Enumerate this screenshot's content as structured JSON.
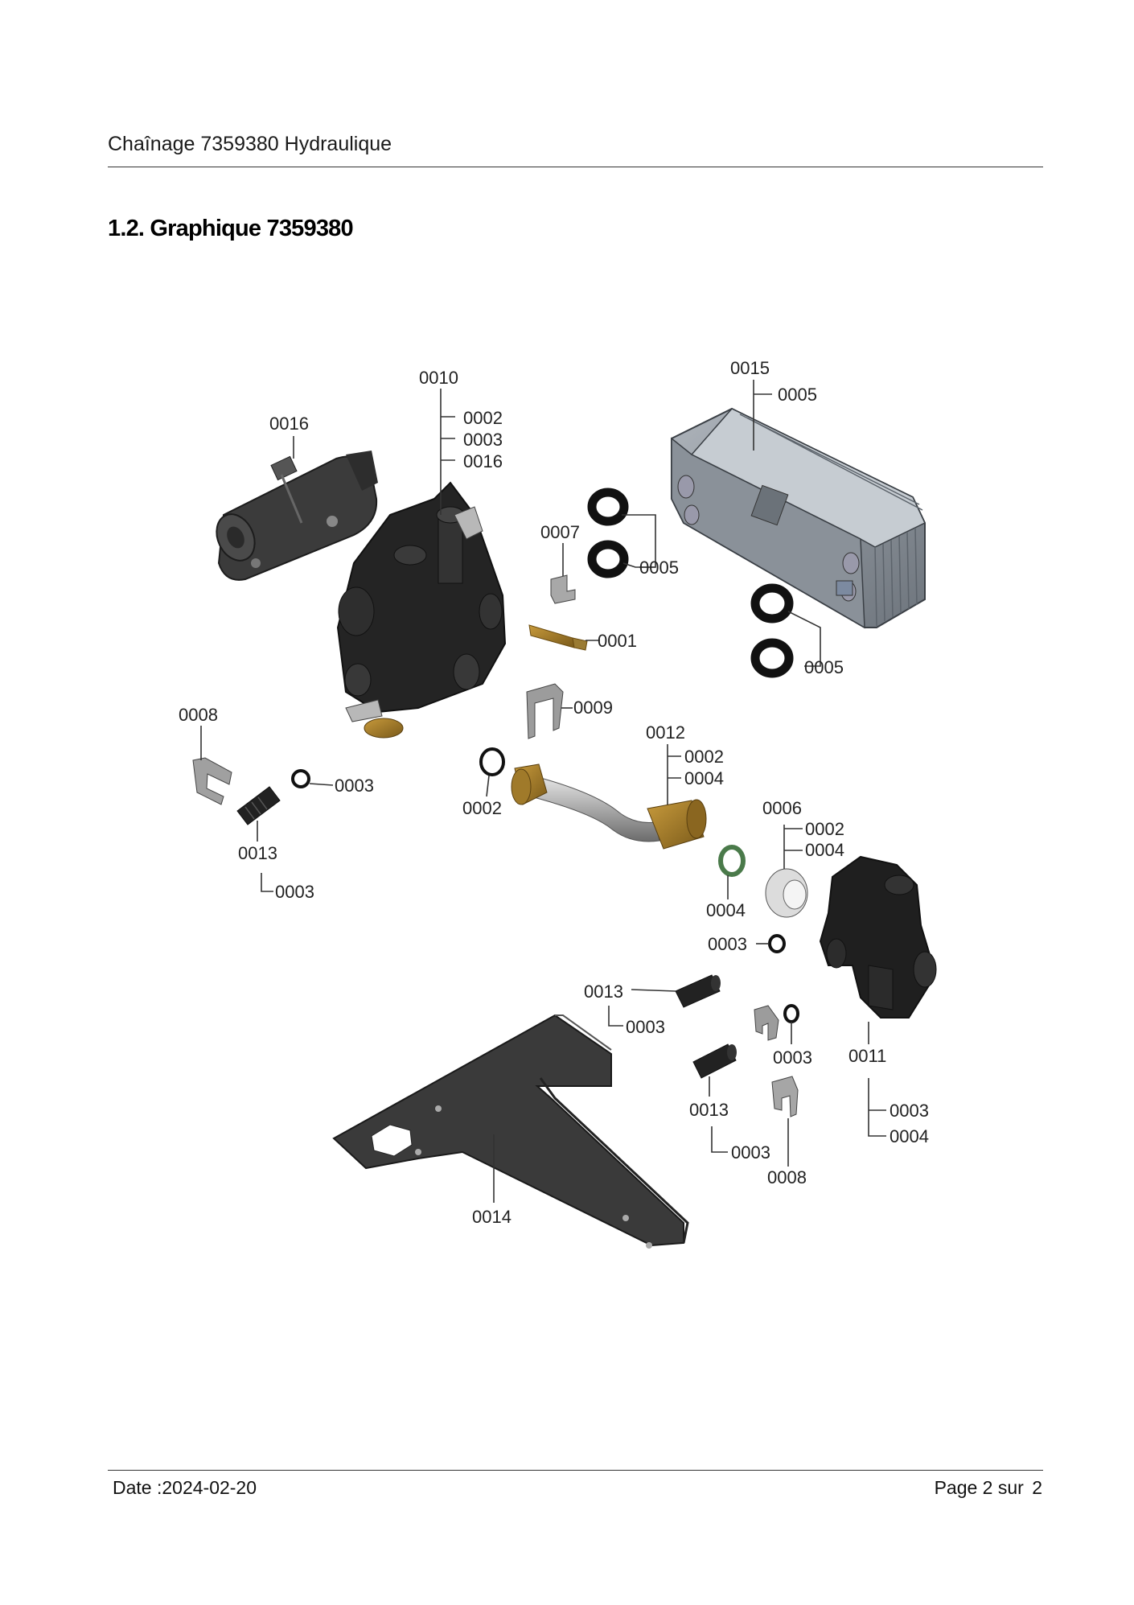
{
  "header": {
    "title": "Chaînage 7359380 Hydraulique"
  },
  "section": {
    "title": "1.2. Graphique 7359380"
  },
  "callouts": {
    "c0016a": "0016",
    "c0010": "0010",
    "c0010_0002": "0002",
    "c0010_0003": "0003",
    "c0010_0016": "0016",
    "c0015": "0015",
    "c0015_0005": "0005",
    "c0007": "0007",
    "c0005a": "0005",
    "c0001": "0001",
    "c0005b": "0005",
    "c0009": "0009",
    "c0012": "0012",
    "c0012_0002": "0002",
    "c0012_0004": "0004",
    "c0008a": "0008",
    "c0003a": "0003",
    "c0002": "0002",
    "c0013a": "0013",
    "c0013a_0003": "0003",
    "c0006": "0006",
    "c0006_0002": "0002",
    "c0006_0004": "0004",
    "c0004": "0004",
    "c0003b": "0003",
    "c0013b": "0013",
    "c0013b_0003": "0003",
    "c0003c": "0003",
    "c0011": "0011",
    "c0011_0003": "0003",
    "c0011_0004": "0004",
    "c0013c": "0013",
    "c0013c_0003": "0003",
    "c0008b": "0008",
    "c0014": "0014"
  },
  "footer": {
    "date": "Date :2024-02-20",
    "page_label": "Page 2 sur",
    "page_total": "2"
  }
}
